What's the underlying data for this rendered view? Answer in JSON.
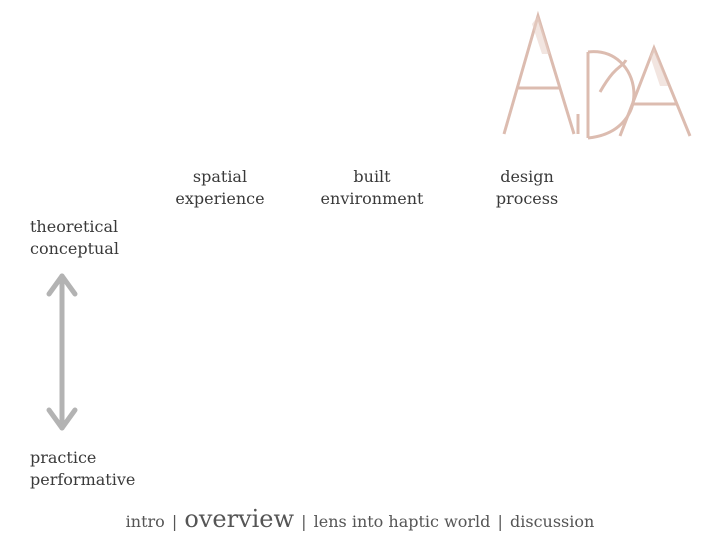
{
  "logo": {
    "letters": "ADA",
    "accent_color": "#d9b5a8",
    "accent_color_dark": "#c79a8a"
  },
  "columns": [
    {
      "line1": "spatial",
      "line2": "experience"
    },
    {
      "line1": "built",
      "line2": "environment"
    },
    {
      "line1": "design",
      "line2": "process"
    }
  ],
  "rows": {
    "top": {
      "line1": "theoretical",
      "line2": "conceptual"
    },
    "bottom": {
      "line1": "practice",
      "line2": "performative"
    }
  },
  "arrow": {
    "icon": "double-headed-vertical-arrow-icon",
    "color": "#b3b3b3"
  },
  "nav": {
    "items": [
      "intro",
      "overview",
      "lens into haptic world",
      "discussion"
    ],
    "separator": "|",
    "current_index": 1
  }
}
